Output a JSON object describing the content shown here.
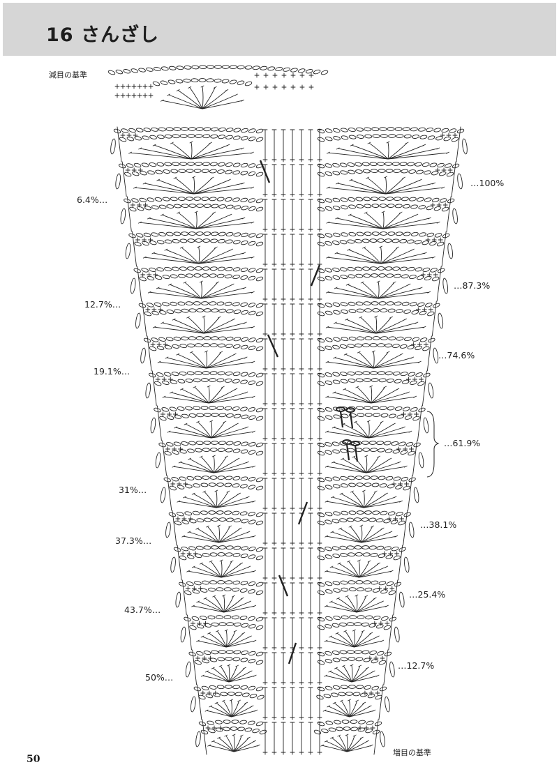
{
  "header": {
    "title": "16 さんざし",
    "background": "#d6d6d6"
  },
  "reference_labels": {
    "decrease": "減目の基準",
    "increase": "増目の基準"
  },
  "left_percentages": [
    "6.4%…",
    "12.7%…",
    "19.1%…",
    "31%…",
    "37.3%…",
    "43.7%…",
    "50%…"
  ],
  "right_percentages": [
    "…100%",
    "…87.3%",
    "…74.6%",
    "…61.9%",
    "…38.1%",
    "…25.4%",
    "…12.7%"
  ],
  "page_number": "50",
  "colors": {
    "ink": "#222222"
  }
}
